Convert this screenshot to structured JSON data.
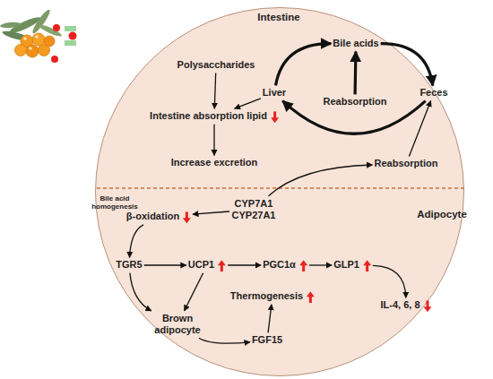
{
  "diagram": {
    "nodes": [
      {
        "text": [
          "Intestine",
          "Adipocyte"
        ]
      },
      {
        "text": [
          "Polysaccharides"
        ],
        "in": 0
      },
      {
        "text": [
          "Intestine absorption lipid"
        ],
        "in": 0
      },
      {
        "text": [
          "Increase excretion"
        ],
        "in": 0
      },
      {
        "text": [
          "Bile acids"
        ],
        "in": 0
      },
      {
        "text": [
          "Liver"
        ],
        "in": 0
      },
      {
        "text": [
          "Feces"
        ],
        "in": 0
      },
      {
        "text": [
          "Reabsorption"
        ],
        "in": 0
      },
      {
        "text": [
          "Reabsorption"
        ],
        "in": 0
      },
      {
        "text": [
          "CYP7A1 CYP27A1"
        ],
        "in": 0
      },
      {
        "text": [
          "β-oxidation"
        ],
        "in": 0
      },
      {
        "text": [
          "TGR5"
        ],
        "in": 0
      },
      {
        "text": [
          "UCP1"
        ],
        "in": 0
      },
      {
        "text": [
          "PGC1α"
        ],
        "in": 0
      },
      {
        "text": [
          "GLP1"
        ],
        "in": 0
      },
      {
        "text": [
          "Brown adipocyte"
        ],
        "in": 0
      },
      {
        "text": [
          "FGF15"
        ],
        "in": 0
      },
      {
        "text": [
          "Thermogenesis"
        ],
        "in": 0
      },
      {
        "text": [
          "IL-4, 6, 8"
        ],
        "in": 0
      }
    ],
    "edges": [
      {
        "from": 1,
        "to": 2,
        "arrow": "to"
      },
      {
        "from": 2,
        "to": 3,
        "arrow": "to"
      },
      {
        "from": 5,
        "to": 4,
        "arrow": "to"
      },
      {
        "from": 4,
        "to": 6,
        "arrow": "to"
      },
      {
        "from": 6,
        "to": 5,
        "arrow": "to"
      },
      {
        "from": 7,
        "to": 4,
        "arrow": "to"
      },
      {
        "from": 8,
        "to": 6,
        "arrow": "to"
      },
      {
        "from": 5,
        "to": 2,
        "arrow": "to"
      },
      {
        "from": 9,
        "to": 10,
        "arrow": "to"
      },
      {
        "from": 9,
        "to": 8,
        "arrow": "to"
      },
      {
        "from": 10,
        "to": 11,
        "arrow": "to"
      },
      {
        "from": 11,
        "to": 12,
        "arrow": "to"
      },
      {
        "from": 12,
        "to": 13,
        "arrow": "to"
      },
      {
        "from": 13,
        "to": 14,
        "arrow": "to"
      },
      {
        "from": 11,
        "to": 15,
        "arrow": "to"
      },
      {
        "from": 12,
        "to": 15,
        "arrow": "to"
      },
      {
        "from": 15,
        "to": 16,
        "arrow": "to"
      },
      {
        "from": 16,
        "to": 17,
        "arrow": "to"
      },
      {
        "from": 14,
        "to": 18,
        "arrow": "to"
      }
    ],
    "labels": [
      "Bile acid homogenesis"
    ]
  }
}
